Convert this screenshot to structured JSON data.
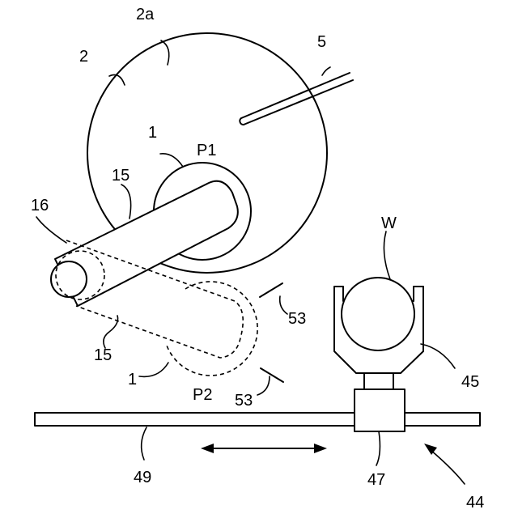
{
  "labels": {
    "drum": "2",
    "drum_surface": "2a",
    "guide_rod": "5",
    "hand_upper": "1",
    "pos_upper": "P1",
    "arm_upper": "15",
    "pivot": "16",
    "workpiece": "W",
    "sensor_upper": "53",
    "arm_lower": "15",
    "hand_lower": "1",
    "pos_lower": "P2",
    "sensor_lower": "53",
    "holder": "45",
    "rail": "49",
    "carriage": "47",
    "unit": "44"
  }
}
